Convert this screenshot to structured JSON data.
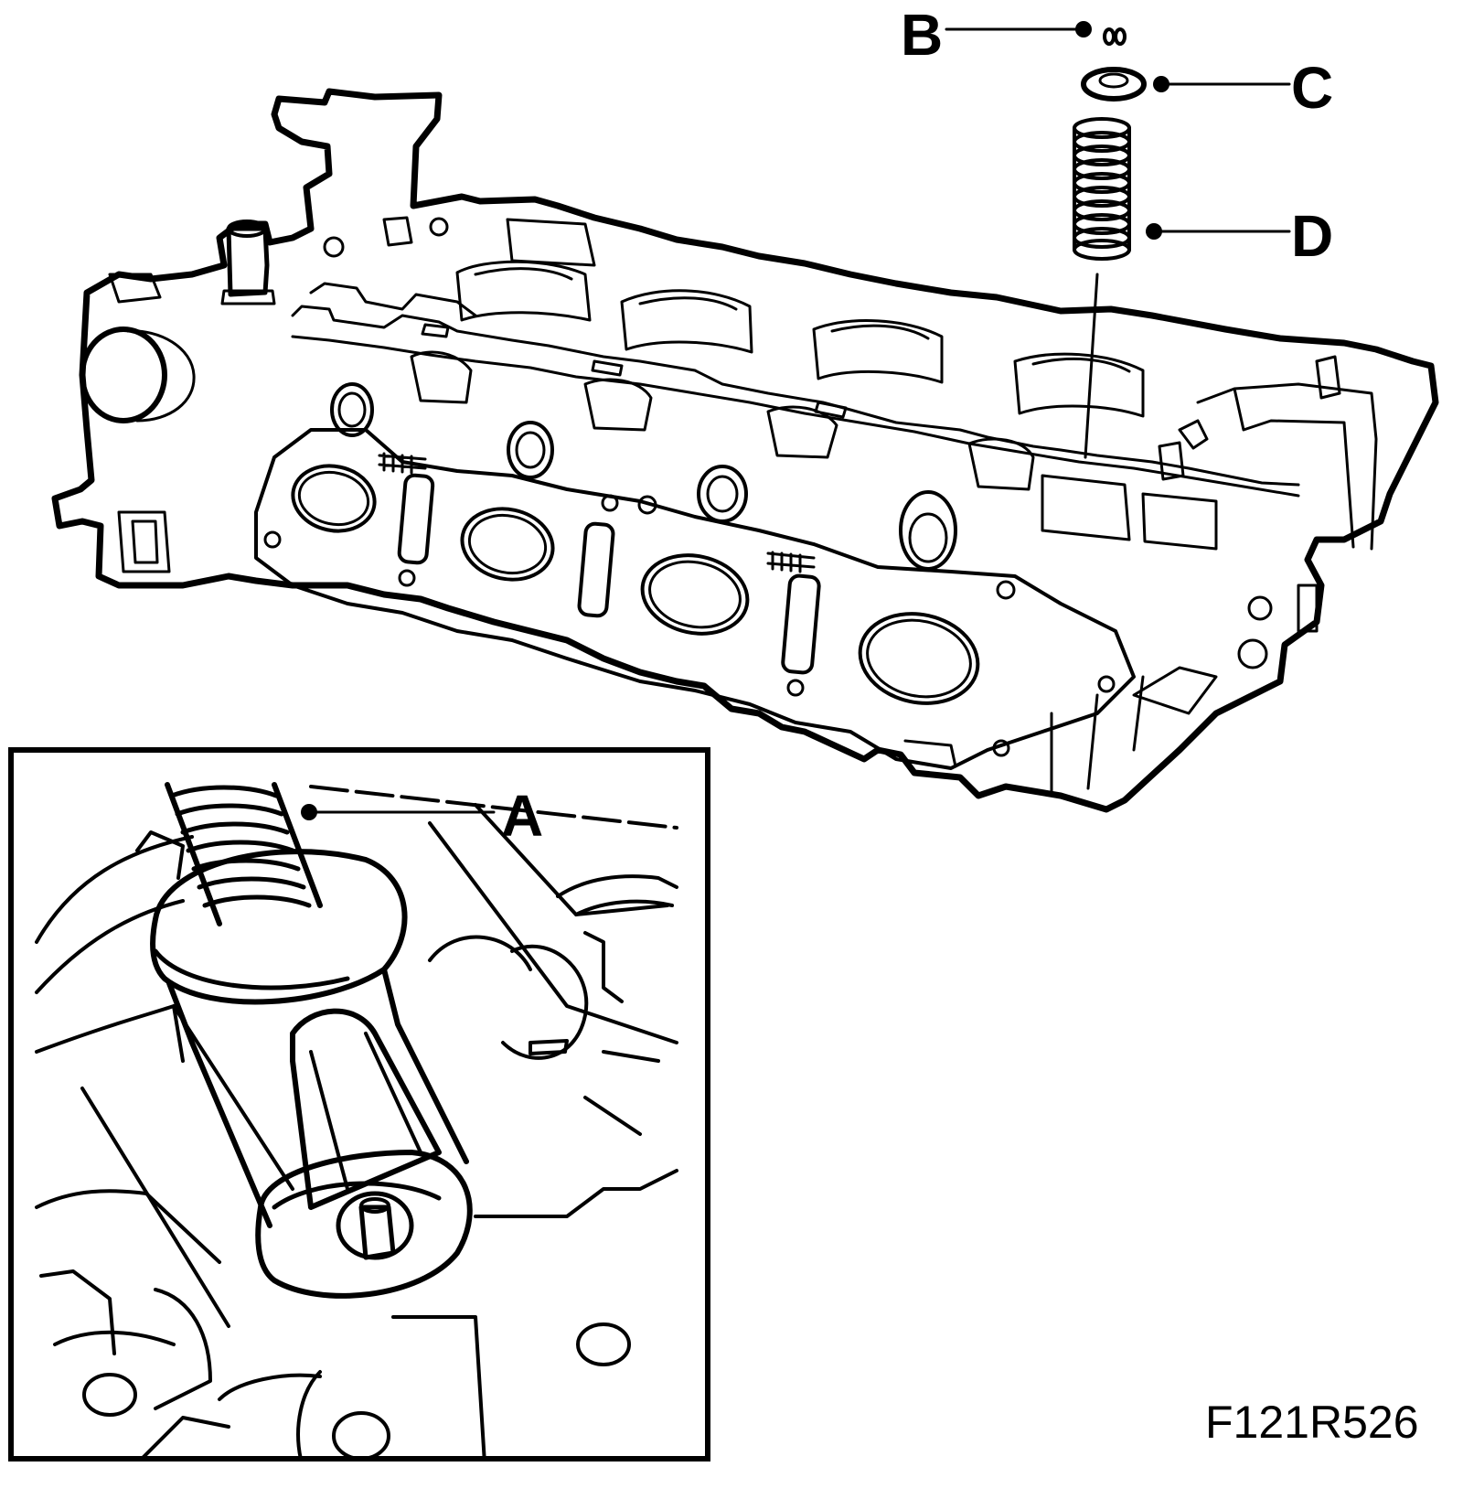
{
  "figure": {
    "id": "F121R526",
    "callouts": {
      "a": "A",
      "b": "B",
      "c": "C",
      "d": "D"
    }
  }
}
